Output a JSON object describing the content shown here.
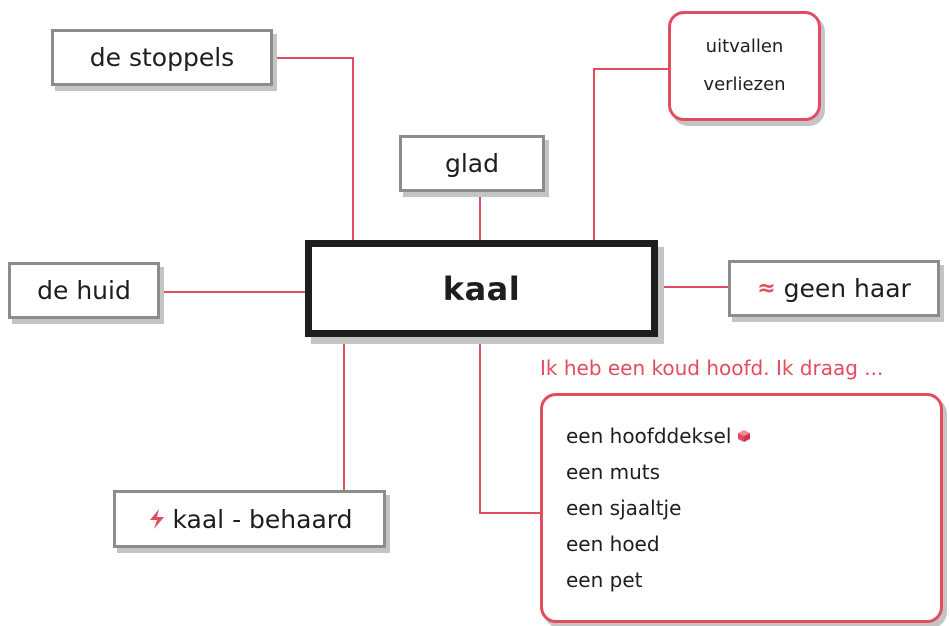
{
  "center_word": "kaal",
  "nodes": {
    "stoppels": "de stoppels",
    "glad": "glad",
    "huid": "de huid",
    "antonym": "kaal - behaard",
    "synonym_mark": "≈",
    "synonym": "geen haar"
  },
  "verbs": [
    "uitvallen",
    "verliezen"
  ],
  "prompt": "Ik heb een koud hoofd. Ik draag ...",
  "clothing": [
    "een hoofddeksel",
    "een muts",
    "een sjaaltje",
    "een hoed",
    "een pet"
  ],
  "colors": {
    "accent": "#e34b5f",
    "line": "#e34b5f",
    "grey_border": "#8c8c8c",
    "dark_border": "#1e1e1e"
  },
  "icons": {
    "antonym": "lightning-icon",
    "category": "cube-icon"
  }
}
